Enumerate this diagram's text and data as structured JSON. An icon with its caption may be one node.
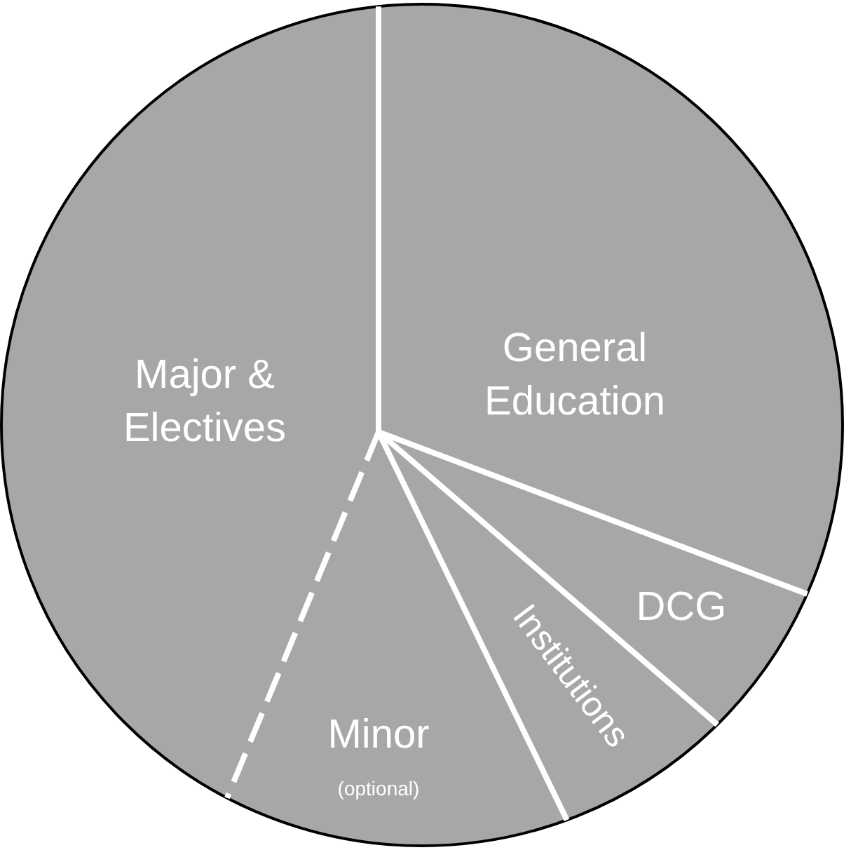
{
  "diagram": {
    "nodes": [
      {
        "text": [
          "General Education"
        ]
      },
      {
        "text": [
          "Major & Electives"
        ]
      },
      {
        "text": [
          "DCG"
        ]
      },
      {
        "text": [
          "Institutions"
        ]
      },
      {
        "text": [
          "Minor",
          "(optional)"
        ]
      }
    ],
    "edges": []
  }
}
